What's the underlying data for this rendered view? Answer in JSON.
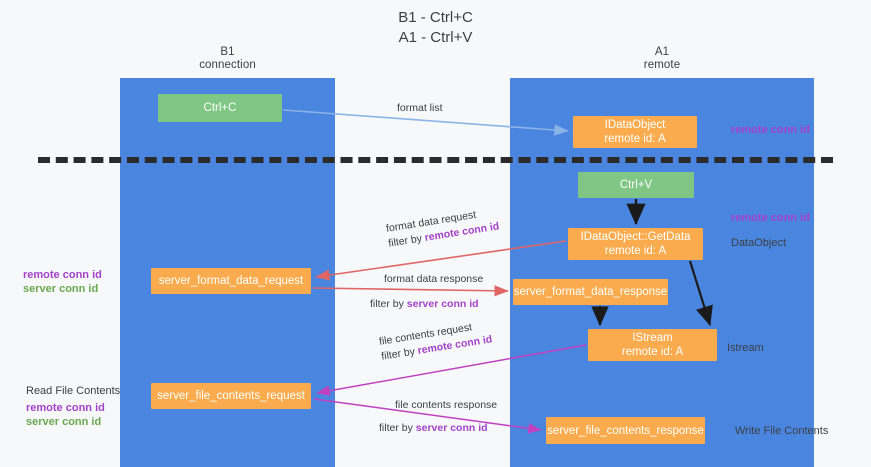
{
  "title": {
    "line1": "B1 - Ctrl+C",
    "line2": "A1 - Ctrl+V"
  },
  "lanes": [
    {
      "name": "B1",
      "role": "connection",
      "color": "#4a86e0"
    },
    {
      "name": "A1",
      "role": "remote",
      "color": "#4a86e0"
    }
  ],
  "boxes": {
    "ctrl_c": {
      "label": "Ctrl+C",
      "color": "#80c684"
    },
    "idataobject": {
      "label": "IDataObject",
      "sub": "remote id: A",
      "color": "#f9ab4e"
    },
    "ctrl_v": {
      "label": "Ctrl+V",
      "color": "#80c684"
    },
    "getdata": {
      "label": "IDataObject::GetData",
      "sub": "remote id: A",
      "color": "#f9ab4e"
    },
    "server_format_data_request": {
      "label": "server_format_data_request",
      "color": "#f9ab4e"
    },
    "server_format_data_response": {
      "label": "server_format_data_response",
      "color": "#f9ab4e"
    },
    "istream": {
      "label": "IStream",
      "sub": "remote id: A",
      "color": "#f9ab4e"
    },
    "server_file_contents_request": {
      "label": "server_file_contents_request",
      "color": "#f9ab4e"
    },
    "server_file_contents_response": {
      "label": "server_file_contents_response",
      "color": "#f9ab4e"
    }
  },
  "edges": {
    "format_list": "format list",
    "format_data_request": "format data request",
    "format_data_response": "format data response",
    "file_contents_request": "file contents request",
    "file_contents_response": "file contents response",
    "filter_by": "filter by",
    "remote_conn_id": "remote conn id",
    "server_conn_id": "server conn id"
  },
  "side_labels": {
    "remote_conn_id": "remote conn id",
    "server_conn_id": "server conn id",
    "dataobject": "DataObject",
    "istream": "Istream",
    "write_file_contents": "Write File Contents",
    "read_file_contents": "Read File Contents"
  },
  "colors": {
    "lane": "#4a86e0",
    "green_box": "#80c684",
    "orange_box": "#f9ab4e",
    "purple_text": "#a442c8",
    "green_text": "#6aa84f",
    "arrow_blue": "#8ab4e8",
    "arrow_red": "#e06666",
    "arrow_black": "#1a1a1a",
    "arrow_magenta": "#c040c0",
    "background": "#f7f8fa"
  }
}
